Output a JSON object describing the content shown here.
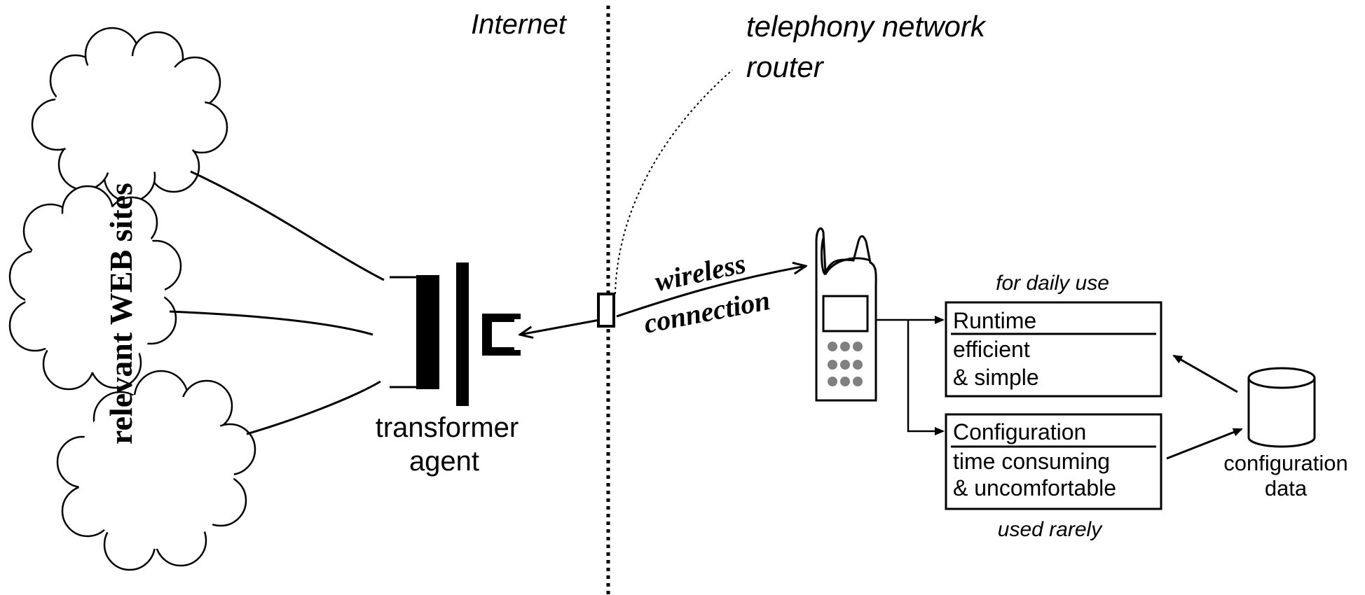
{
  "labels": {
    "internet": "Internet",
    "telephony_line1": "telephony network",
    "telephony_line2": "router",
    "wireless_line1": "wireless",
    "wireless_line2": "connection",
    "websites": "relevant WEB sites",
    "transformer_line1": "transformer",
    "transformer_line2": "agent",
    "daily_use": "for daily use",
    "used_rarely": "used rarely",
    "config_data_line1": "configuration",
    "config_data_line2": "data"
  },
  "runtime_box": {
    "title": "Runtime",
    "line1": "efficient",
    "line2": "& simple"
  },
  "configuration_box": {
    "title": "Configuration",
    "line1": "time consuming",
    "line2": "& uncomfortable"
  },
  "colors": {
    "ink": "#000000",
    "keypad": "#808080",
    "background": "#ffffff"
  }
}
